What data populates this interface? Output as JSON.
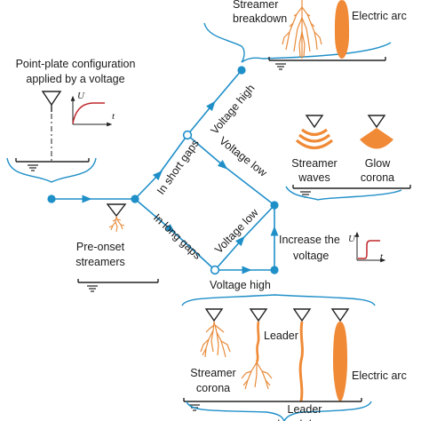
{
  "diagram": {
    "config": {
      "title_line1": "Point-plate configuration",
      "title_line2": "applied by a voltage",
      "axis_y": "U",
      "axis_x": "t"
    },
    "pre_onset": {
      "line1": "Pre-onset",
      "line2": "streamers"
    },
    "branches": {
      "short_gaps": "In short gaps",
      "long_gaps": "In long gaps",
      "voltage_high_top": "Voltage high",
      "voltage_low_top": "Voltage low",
      "voltage_low_bottom": "Voltage low",
      "voltage_high_bottom": "Voltage high",
      "increase_line1": "Increase the",
      "increase_line2": "voltage"
    },
    "ramp_axes": {
      "axis_y": "U",
      "axis_x": "t"
    },
    "top_group": {
      "streamer_line1": "Streamer",
      "streamer_line2": "breakdown",
      "electric_arc": "Electric arc"
    },
    "middle_group": {
      "streamer_waves_line1": "Streamer",
      "streamer_waves_line2": "waves",
      "glow_line1": "Glow",
      "glow_line2": "corona"
    },
    "bottom_group": {
      "leader_label": "Leader",
      "streamer_corona_line1": "Streamer",
      "streamer_corona_line2": "corona",
      "electric_arc": "Electric arc",
      "leader_bottom_line1": "Leader",
      "leader_bottom_line2": "breakdown"
    },
    "colors": {
      "line": "#1f8fc8",
      "node": "#1f8fc8",
      "orange": "#f08a36",
      "curve_red": "#c0282c",
      "text": "#1a1a1a"
    }
  }
}
